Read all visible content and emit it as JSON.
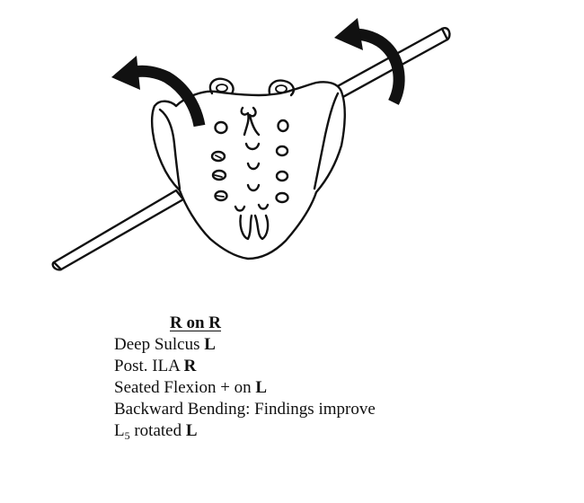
{
  "figure": {
    "subject": "sacrum-with-axis-and-rotation-arrows"
  },
  "caption": {
    "title": "R on R",
    "lines": [
      {
        "text": "Deep Sulcus ",
        "bold": "L"
      },
      {
        "text": "Post. ILA ",
        "bold": "R"
      },
      {
        "text": "Seated Flexion + on ",
        "bold": "L"
      },
      {
        "text": "Backward Bending:  Findings improve",
        "bold": ""
      },
      {
        "text_pre": "L",
        "sub": "5",
        "text": " rotated ",
        "bold": "L"
      }
    ]
  },
  "colors": {
    "ink": "#111111",
    "background": "#ffffff"
  }
}
